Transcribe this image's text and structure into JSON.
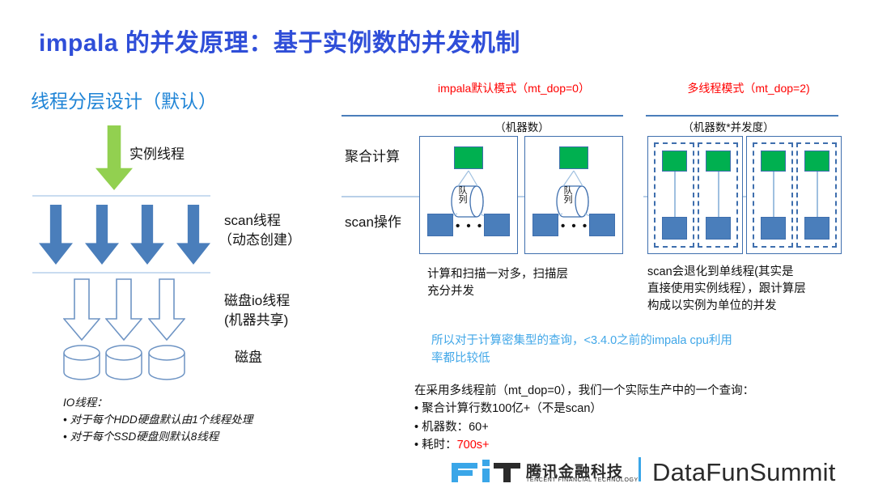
{
  "slide": {
    "title": "impala 的并发原理：基于实例数的并发机制",
    "title_color": "#2f4ed8"
  },
  "left_panel": {
    "heading": "线程分层设计（默认）",
    "heading_color": "#1f84d6",
    "instance_thread_label": "实例线程",
    "scan_thread_label_line1": "scan线程",
    "scan_thread_label_line2": "（动态创建）",
    "disk_io_label_line1": "磁盘io线程",
    "disk_io_label_line2": "(机器共享)",
    "disk_label": "磁盘",
    "io_note": {
      "title": "IO线程：",
      "bullets": [
        "• 对于每个HDD硬盘默认由1个线程处理",
        "• 对于每个SSD硬盘则默认8线程"
      ]
    },
    "green_arrow_color": "#92d050",
    "blue_arrow_color": "#4a7ebb",
    "arrow_counts": {
      "instance": 1,
      "scan": 4,
      "disk_io": 3,
      "disks": 3
    }
  },
  "diagram_default": {
    "title": "impala默认模式（mt_dop=0）",
    "title_color": "#ff0000",
    "capacity_label": "（机器数）",
    "row_label_top": "聚合计算",
    "row_label_bottom": "scan操作",
    "queue_label_line1": "队",
    "queue_label_line2": "列",
    "dots": "• • •",
    "machines": 2,
    "agg_box_color": "#00b050",
    "scan_box_color": "#4a7ebb",
    "caption_line1": "计算和扫描一对多，扫描层",
    "caption_line2": "充分并发"
  },
  "diagram_mtdop": {
    "title": "多线程模式（mt_dop=2)",
    "title_color": "#ff0000",
    "capacity_label": "（机器数*并发度）",
    "machines": 2,
    "instances_per_machine": 2,
    "agg_box_color": "#00b050",
    "scan_box_color": "#4a7ebb",
    "caption_line1": "scan会退化到单线程(其实是",
    "caption_line2": "直接使用实例线程），跟计算层",
    "caption_line3": "构成以实例为单位的并发"
  },
  "note_blue": {
    "line1": "所以对于计算密集型的查询，<3.4.0之前的impala cpu利用",
    "line2": "率都比较低",
    "color": "#41a7e8"
  },
  "example": {
    "intro": "在采用多线程前（mt_dop=0），我们一个实际生产中的一个查询：",
    "bullets": [
      {
        "text": "• 聚合计算行数100亿+（不是scan）",
        "highlight": ""
      },
      {
        "text": "• 机器数：60+",
        "highlight": ""
      },
      {
        "text": "• 耗时：",
        "highlight": "700s+"
      }
    ],
    "highlight_color": "#ff0000"
  },
  "footer": {
    "fit_mark": "FiT",
    "tencent_cn": "腾讯金融科技",
    "tencent_en": "TENCENT FINANCIAL TECHNOLOGY",
    "divider_color": "#3aa6e8",
    "summit": "DataFunSummit"
  }
}
